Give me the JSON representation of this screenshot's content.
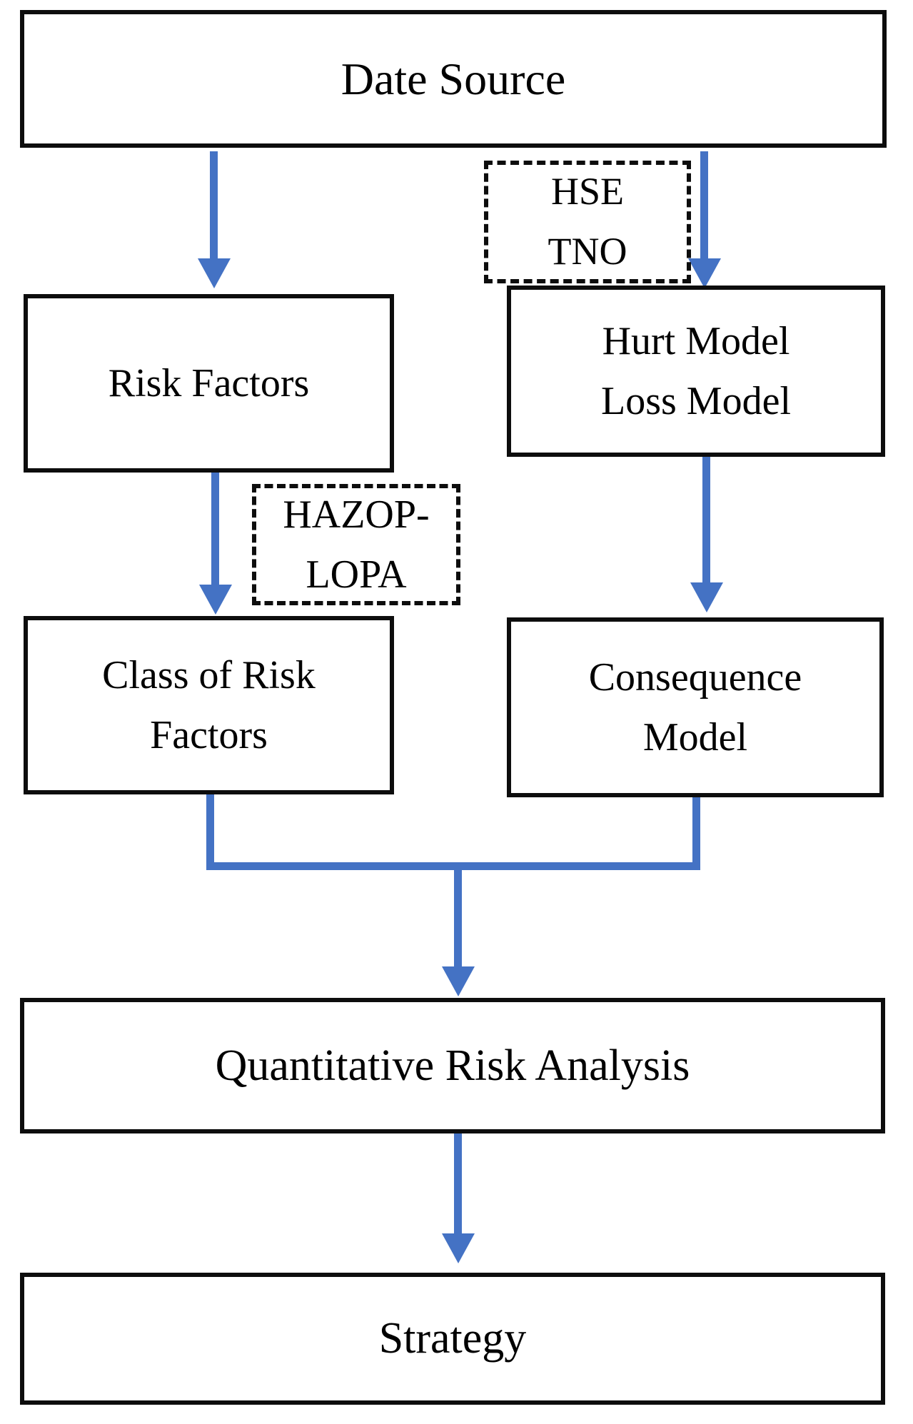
{
  "diagram": {
    "type": "flowchart",
    "colors": {
      "accent": "#4472C4",
      "line": "#0d0d0d",
      "paper": "#ffffff",
      "ink": "#000000"
    },
    "nodes": {
      "date_source": {
        "label": "Date Source"
      },
      "risk_factors": {
        "label": "Risk Factors"
      },
      "hurt_loss_model": {
        "line1": "Hurt Model",
        "line2": "Loss Model"
      },
      "class_of_risk_factors": {
        "line1": "Class of Risk",
        "line2": "Factors"
      },
      "consequence_model": {
        "line1": "Consequence",
        "line2": "Model"
      },
      "quantitative_risk_analysis": {
        "label": "Quantitative Risk Analysis"
      },
      "strategy": {
        "label": "Strategy"
      }
    },
    "annotations": {
      "hse_tno": {
        "line1": "HSE",
        "line2": "TNO"
      },
      "hazop_lopa": {
        "line1": "HAZOP-",
        "line2": "LOPA"
      }
    },
    "edges": [
      {
        "from": "date_source",
        "to": "risk_factors"
      },
      {
        "from": "date_source",
        "to": "hurt_loss_model",
        "annotation": "hse_tno"
      },
      {
        "from": "risk_factors",
        "to": "class_of_risk_factors",
        "annotation": "hazop_lopa"
      },
      {
        "from": "hurt_loss_model",
        "to": "consequence_model"
      },
      {
        "from": "class_of_risk_factors",
        "to": "quantitative_risk_analysis",
        "merge": true
      },
      {
        "from": "consequence_model",
        "to": "quantitative_risk_analysis",
        "merge": true
      },
      {
        "from": "quantitative_risk_analysis",
        "to": "strategy"
      }
    ]
  }
}
